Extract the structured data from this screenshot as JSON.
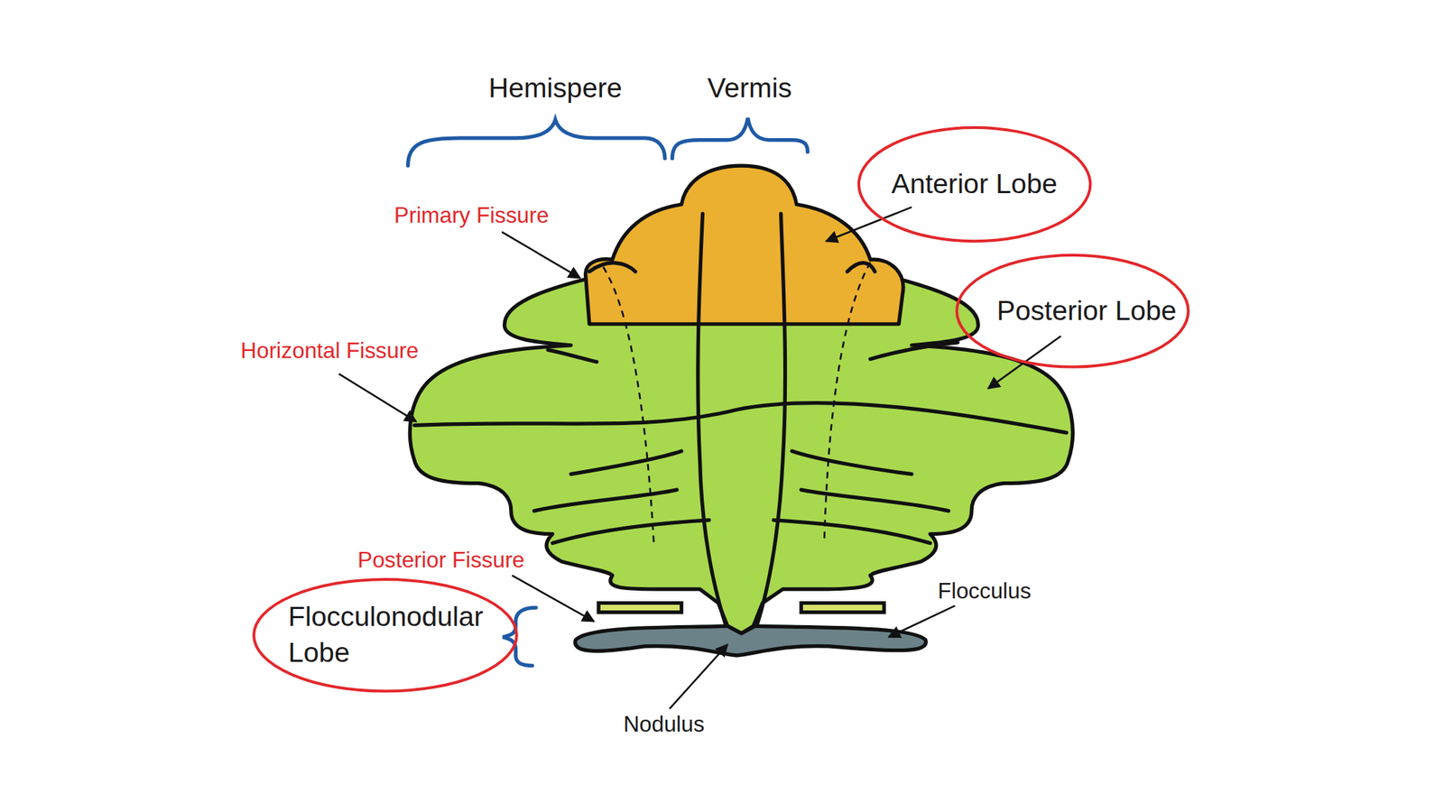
{
  "diagram": {
    "nodes": [
      {
        "text": [
          "Anterior Lobe"
        ]
      },
      {
        "text": [
          "Posterior Lobe"
        ]
      },
      {
        "text": [
          "Flocculonodular Lobe"
        ]
      }
    ],
    "labels": [
      "Hemispere",
      "Vermis",
      "Primary Fissure",
      "Horizontal Fissure",
      "Posterior Fissure",
      "Flocculus",
      "Nodulus"
    ]
  }
}
